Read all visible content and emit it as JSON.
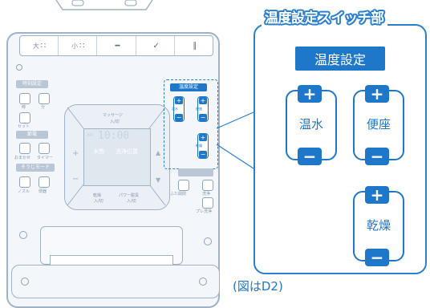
{
  "remote": {
    "top_flush": [
      {
        "label": "大",
        "mark": "∷"
      },
      {
        "label": "小",
        "mark": "∷"
      },
      {
        "label": "",
        "mark": "━"
      },
      {
        "label": "",
        "mark": "✓"
      },
      {
        "label": "",
        "mark": "∥"
      }
    ],
    "timer_label": "時刻設定",
    "timer_btn_labels": [
      "時",
      "分"
    ],
    "set_label": "セット",
    "eco_label": "節電",
    "eco_btn_labels": [
      "おまかせ",
      "タイマー"
    ],
    "clean_label": "そうじモード",
    "clean_btn_labels": [
      "ノズル",
      "便器"
    ],
    "massage_label": "マッサージ",
    "massage_sub": "入/切",
    "lcd_time": "10:00",
    "lcd_ampm": "AM",
    "lcd_water": "水勢",
    "lcd_pos": "洗浄位置",
    "dpad_left": "水勢",
    "dpad_right": "洗浄位置",
    "dry_label": "乾燥",
    "dry_sub": "入/切",
    "power_deodor_label": "パワー脱臭",
    "power_deodor_sub": "入/切",
    "temp_setting_label": "温度設定",
    "temp_btn_labels": [
      "温水",
      "便座",
      "乾燥"
    ],
    "lid_label": "ふた開閉",
    "wash_label": "洗浄",
    "stop_label": "止",
    "pre_wash_label": "プレ洗浄"
  },
  "callout": {
    "title": "温度設定スイッチ部",
    "banner": "温度設定",
    "buttons": [
      {
        "label": "温水"
      },
      {
        "label": "便座"
      },
      {
        "label": "乾燥"
      }
    ],
    "plus": "+",
    "minus": "−"
  },
  "caption": "(図はD2)",
  "colors": {
    "accent": "#1f77c9",
    "panel_border": "#9fb3c8"
  }
}
